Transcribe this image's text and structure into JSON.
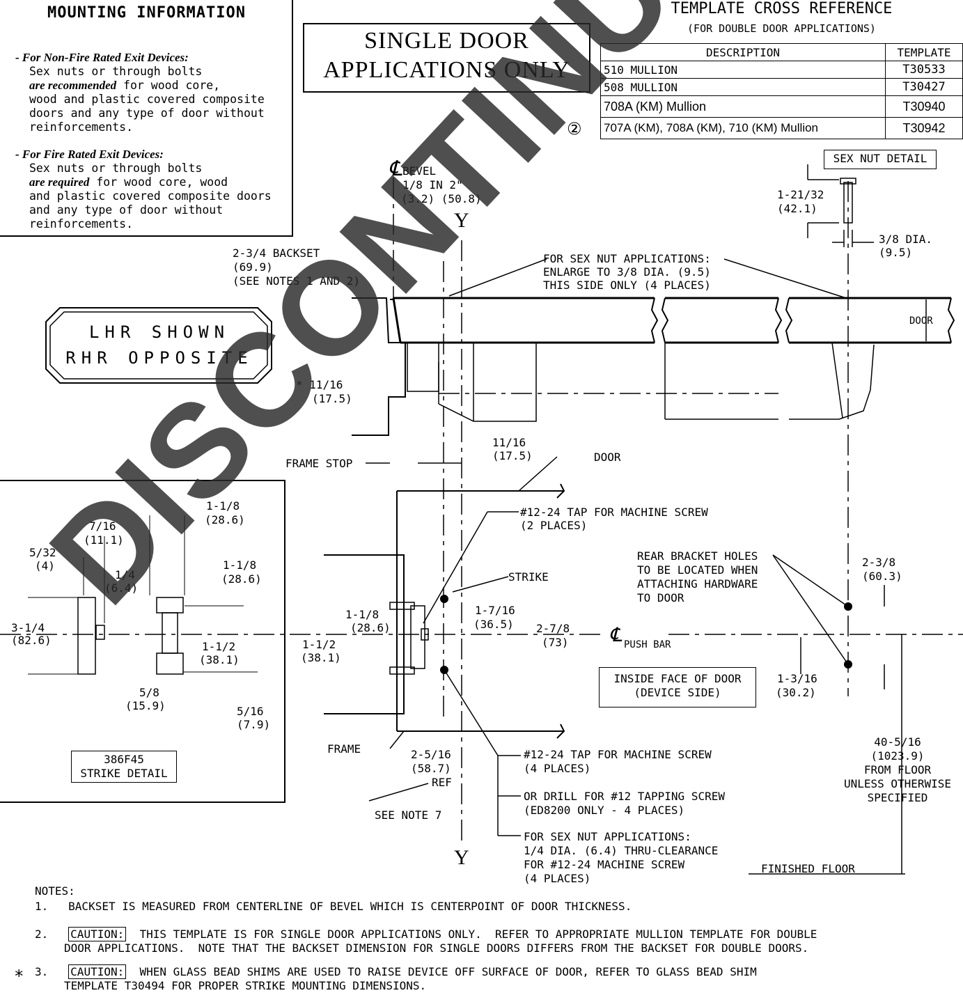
{
  "mounting": {
    "title": "MOUNTING INFORMATION",
    "nonfire_heading": "- For Non-Fire Rated Exit Devices:",
    "nonfire_l1": "Sex nuts or through bolts",
    "nonfire_l2a": "are recommended",
    "nonfire_l2b": " for wood core,",
    "nonfire_l3": "wood and plastic covered composite",
    "nonfire_l4": "doors and any type of door without",
    "nonfire_l5": "reinforcements.",
    "fire_heading": "- For Fire Rated Exit Devices:",
    "fire_l1": "Sex nuts or through bolts",
    "fire_l2a": "are required",
    "fire_l2b": " for wood core, wood",
    "fire_l3": "and plastic covered composite doors",
    "fire_l4": "and any type of door without",
    "fire_l5": "reinforcements."
  },
  "single_door": {
    "line1": "SINGLE DOOR",
    "line2": "APPLICATIONS ONLY"
  },
  "xref": {
    "title": "TEMPLATE CROSS REFERENCE",
    "subtitle": "(FOR DOUBLE DOOR APPLICATIONS)",
    "col_desc": "DESCRIPTION",
    "col_tpl": "TEMPLATE",
    "marker": "②",
    "rows": [
      {
        "desc": "510 MULLION",
        "tpl": "T30533"
      },
      {
        "desc": "508 MULLION",
        "tpl": "T30427"
      },
      {
        "desc": "708A (KM) Mullion",
        "tpl": "T30940"
      },
      {
        "desc": "707A (KM), 708A (KM), 710 (KM) Mullion",
        "tpl": "T30942"
      }
    ]
  },
  "handing": {
    "line1": "LHR SHOWN",
    "line2": "RHR OPPOSITE"
  },
  "labels": {
    "cl": "℄",
    "bevel": "BEVEL",
    "bevel_dim1": "1/8 IN 2\"",
    "bevel_dim2": "(3.2) (50.8)",
    "y_top": "Y",
    "y_bottom": "Y",
    "backset1": "2-3/4 BACKSET",
    "backset2": "(69.9)",
    "backset3": "(SEE NOTES 1 AND 2)",
    "sexnut_app1": "FOR SEX NUT APPLICATIONS:",
    "sexnut_app2": "ENLARGE TO 3/8 DIA. (9.5)",
    "sexnut_app3": "THIS SIDE ONLY (4 PLACES)",
    "sexnut_detail": "SEX NUT DETAIL",
    "sn_dim1": "1-21/32",
    "sn_dim2": "(42.1)",
    "sn_dia1": "3/8 DIA.",
    "sn_dia2": "(9.5)",
    "door": "DOOR",
    "dim_11_16_a": "* 11/16",
    "dim_11_16_b": "(17.5)",
    "frame_stop": "FRAME STOP",
    "dim_11_16_c": "11/16",
    "dim_11_16_d": "(17.5)",
    "door2": "DOOR",
    "tap2_1": "#12-24 TAP FOR MACHINE SCREW",
    "tap2_2": "(2 PLACES)",
    "strike": "STRIKE",
    "rear1": "REAR BRACKET HOLES",
    "rear2": "TO BE LOCATED WHEN",
    "rear3": "ATTACHING HARDWARE",
    "rear4": "TO DOOR",
    "d238_1": "2-3/8",
    "d238_2": "(60.3)",
    "d118_1": "1-1/8",
    "d118_2": "(28.6)",
    "d1716_1": "1-7/16",
    "d1716_2": "(36.5)",
    "d278_1": "2-7/8",
    "d278_2": "(73)",
    "pushbar": "PUSH BAR",
    "d112_1": "1-1/2",
    "d112_2": "(38.1)",
    "inside1": "INSIDE FACE OF DOOR",
    "inside2": "(DEVICE SIDE)",
    "d1316_1": "1-3/16",
    "d1316_2": "(30.2)",
    "frame": "FRAME",
    "d2516_1": "2-5/16",
    "d2516_2": "(58.7)",
    "ref": "REF",
    "note7": "SEE NOTE 7",
    "tap4_1": "#12-24 TAP FOR MACHINE SCREW",
    "tap4_2": "(4 PLACES)",
    "drill1": "OR DRILL FOR #12 TAPPING SCREW",
    "drill2": "(ED8200 ONLY - 4 PLACES)",
    "sn4_1": "FOR SEX NUT APPLICATIONS:",
    "sn4_2": "1/4 DIA. (6.4) THRU-CLEARANCE",
    "sn4_3": "FOR #12-24 MACHINE SCREW",
    "sn4_4": "(4 PLACES)",
    "h1": "40-5/16",
    "h2": "(1023.9)",
    "h3": "FROM FLOOR",
    "h4": "UNLESS OTHERWISE",
    "h5": "SPECIFIED",
    "floor": "FINISHED FLOOR"
  },
  "strike_detail": {
    "d118a_1": "1-1/8",
    "d118a_2": "(28.6)",
    "d716_1": "7/16",
    "d716_2": "(11.1)",
    "d532_1": "5/32",
    "d532_2": "(4)",
    "d14_1": "1/4",
    "d14_2": "(6.4)",
    "d118b_1": "1-1/8",
    "d118b_2": "(28.6)",
    "d314_1": "3-1/4",
    "d314_2": "(82.6)",
    "d112_1": "1-1/2",
    "d112_2": "(38.1)",
    "d58_1": "5/8",
    "d58_2": "(15.9)",
    "d516_1": "5/16",
    "d516_2": "(7.9)",
    "label1": "386F45",
    "label2": "STRIKE DETAIL"
  },
  "notes": {
    "heading": "NOTES:",
    "n1": "1.   BACKSET IS MEASURED FROM CENTERLINE OF BEVEL WHICH IS CENTERPOINT OF DOOR THICKNESS.",
    "n2_num": "2.",
    "n2_caution": "CAUTION:",
    "n2_a": "  THIS TEMPLATE IS FOR SINGLE DOOR APPLICATIONS ONLY.  REFER TO APPROPRIATE MULLION TEMPLATE FOR DOUBLE",
    "n2_b": "DOOR APPLICATIONS.  NOTE THAT THE BACKSET DIMENSION FOR SINGLE DOORS DIFFERS FROM THE BACKSET FOR DOUBLE DOORS.",
    "n3_star": "*",
    "n3_num": "3.",
    "n3_caution": "CAUTION:",
    "n3_a": "  WHEN GLASS BEAD SHIMS ARE USED TO RAISE DEVICE OFF SURFACE OF DOOR, REFER TO GLASS BEAD SHIM",
    "n3_b": "TEMPLATE T30494 FOR PROPER STRIKE MOUNTING DIMENSIONS."
  },
  "watermark": "DISCONTINUED"
}
